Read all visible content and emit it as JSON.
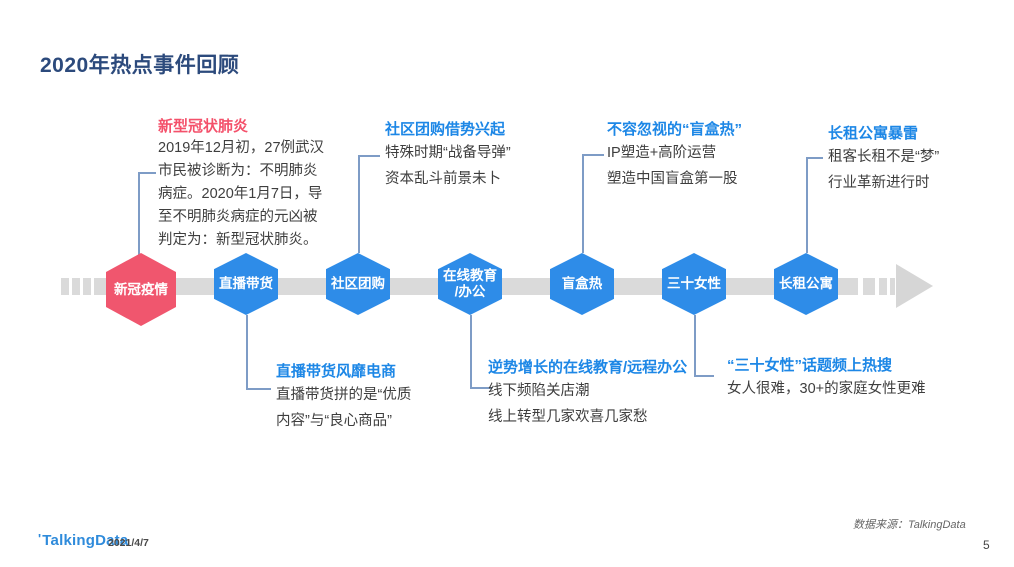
{
  "page": {
    "title": "2020年热点事件回顾",
    "page_number": "5"
  },
  "timeline": {
    "nodes": [
      {
        "label": "新冠疫情",
        "highlight": true
      },
      {
        "label": "直播带货"
      },
      {
        "label": "社区团购"
      },
      {
        "label": "在线教育",
        "label2": "/办公"
      },
      {
        "label": "盲盒热"
      },
      {
        "label": "三十女性"
      },
      {
        "label": "长租公寓"
      }
    ]
  },
  "annotations": {
    "top": [
      {
        "title": "新型冠状肺炎",
        "lines": [
          "2019年12月初，27例武汉",
          "市民被诊断为：不明肺炎",
          "病症。2020年1月7日，导",
          "至不明肺炎病症的元凶被",
          "判定为：新型冠状肺炎。"
        ]
      },
      {
        "title": "社区团购借势兴起",
        "lines": [
          "特殊时期“战备导弹”",
          "资本乱斗前景未卜"
        ]
      },
      {
        "title": "不容忽视的“盲盒热”",
        "lines": [
          "IP塑造+高阶运营",
          "塑造中国盲盒第一股"
        ]
      },
      {
        "title": "长租公寓暴雷",
        "lines": [
          "租客长租不是“梦”",
          "行业革新进行时"
        ]
      }
    ],
    "bottom": [
      {
        "title": "直播带货风靡电商",
        "lines": [
          "直播带货拼的是“优质",
          "内容”与“良心商品”"
        ]
      },
      {
        "title": "逆势增长的在线教育/远程办公",
        "lines": [
          "线下频陷关店潮",
          "线上转型几家欢喜几家愁"
        ]
      },
      {
        "title": "“三十女性”话题频上热搜",
        "lines": [
          "女人很难，30+的家庭女性更难"
        ]
      }
    ]
  },
  "footer": {
    "logo": "TalkingData",
    "date": "2021/4/7",
    "source": "数据来源：TalkingData"
  },
  "colors": {
    "title_navy": "#2c4a7c",
    "accent_blue": "#2e8ce8",
    "accent_red": "#f0566e",
    "timeline_gray": "#dadada",
    "connector_blue": "#7e9cc6",
    "body_text": "#3e3e3e"
  }
}
